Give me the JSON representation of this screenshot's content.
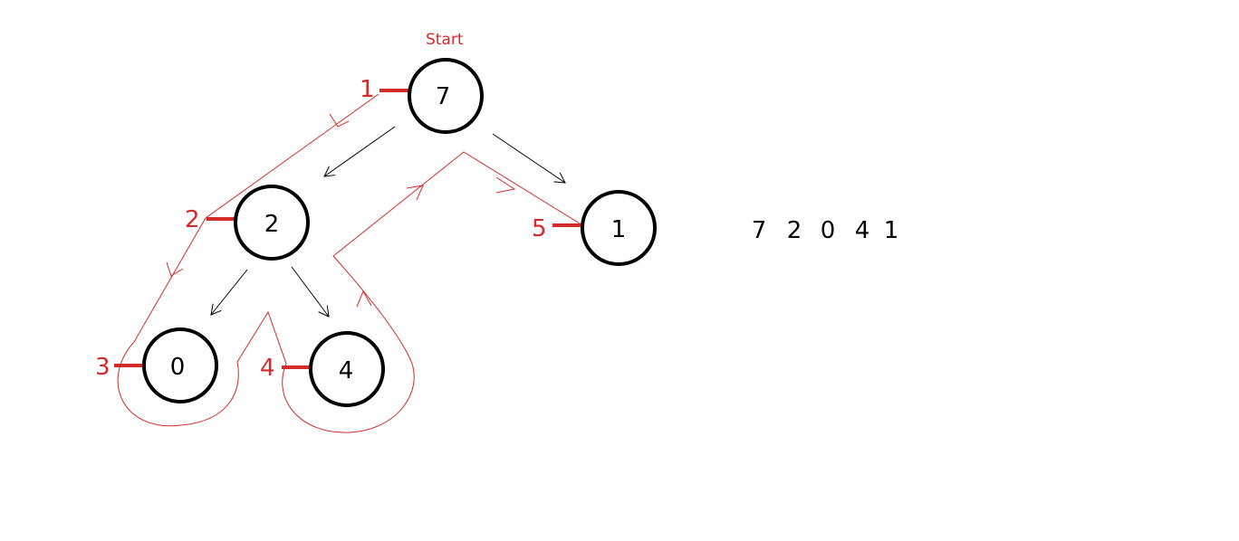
{
  "start_label": "Start",
  "nodes": [
    {
      "id": "n7",
      "value": "7"
    },
    {
      "id": "n2",
      "value": "2"
    },
    {
      "id": "n1",
      "value": "1"
    },
    {
      "id": "n0",
      "value": "0"
    },
    {
      "id": "n4",
      "value": "4"
    }
  ],
  "visit_order": [
    "1",
    "2",
    "5",
    "3",
    "4"
  ],
  "result_sequence": [
    "7",
    "2",
    "0",
    "4",
    "1"
  ],
  "colors": {
    "traversal": "#d42a2a",
    "edges": "#000000"
  }
}
